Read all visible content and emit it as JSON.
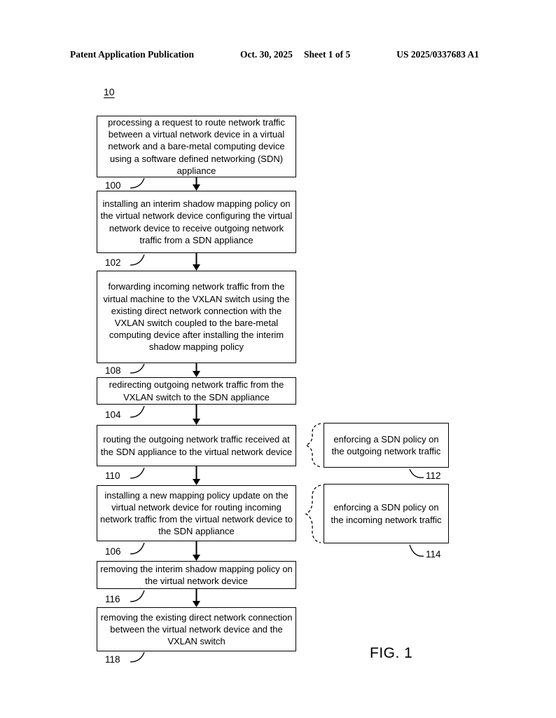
{
  "header": {
    "publication": "Patent Application Publication",
    "date": "Oct. 30, 2025",
    "sheet": "Sheet 1 of 5",
    "patent_number": "US 2025/0337683 A1"
  },
  "figure": {
    "diagram_number": "10",
    "caption": "FIG. 1",
    "steps": [
      {
        "ref": "100",
        "text": "processing a request to route network traffic between a virtual network device in a virtual network and a bare-metal computing device using a software defined networking (SDN) appliance"
      },
      {
        "ref": "102",
        "text": "installing an interim shadow mapping policy on the virtual network device configuring the virtual network device to receive outgoing network traffic from a SDN appliance"
      },
      {
        "ref": "108",
        "text": "forwarding incoming network traffic from the virtual machine to the VXLAN switch using the existing direct network connection with the VXLAN switch coupled to the bare-metal computing device after installing the interim shadow mapping policy"
      },
      {
        "ref": "104",
        "text": "redirecting outgoing network traffic from the VXLAN switch to the SDN appliance"
      },
      {
        "ref": "110",
        "text": "routing the outgoing network traffic received at the SDN appliance to the virtual network device"
      },
      {
        "ref": "106",
        "text": "installing a new mapping policy update on the virtual network device for routing incoming network traffic from the virtual network device to the SDN appliance"
      },
      {
        "ref": "116",
        "text": "removing the interim shadow mapping policy on the virtual network device"
      },
      {
        "ref": "118",
        "text": "removing the existing direct network connection between the virtual network device and the VXLAN switch"
      }
    ],
    "side_steps": [
      {
        "ref": "112",
        "text": "enforcing a SDN policy on the outgoing network traffic"
      },
      {
        "ref": "114",
        "text": "enforcing a SDN policy on the incoming network traffic"
      }
    ]
  }
}
